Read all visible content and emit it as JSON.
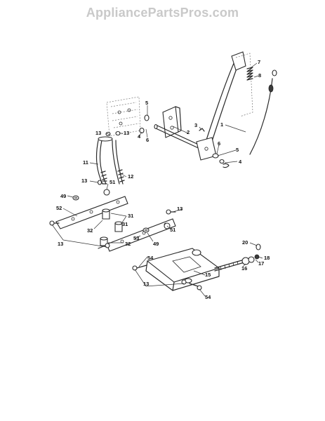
{
  "header": {
    "watermark": "AppliancePartsPros.com"
  },
  "callouts": [
    {
      "id": "c1",
      "label": "1"
    },
    {
      "id": "c2",
      "label": "2"
    },
    {
      "id": "c3",
      "label": "3"
    },
    {
      "id": "c4a",
      "label": "4"
    },
    {
      "id": "c4b",
      "label": "4"
    },
    {
      "id": "c5a",
      "label": "5"
    },
    {
      "id": "c5b",
      "label": "5"
    },
    {
      "id": "c6a",
      "label": "6"
    },
    {
      "id": "c6b",
      "label": "6"
    },
    {
      "id": "c7",
      "label": "7"
    },
    {
      "id": "c8",
      "label": "8"
    },
    {
      "id": "c11",
      "label": "11"
    },
    {
      "id": "c12",
      "label": "12"
    },
    {
      "id": "c13a",
      "label": "13"
    },
    {
      "id": "c13b",
      "label": "13"
    },
    {
      "id": "c13c",
      "label": "13"
    },
    {
      "id": "c13d",
      "label": "13"
    },
    {
      "id": "c13e",
      "label": "13"
    },
    {
      "id": "c13f",
      "label": "13"
    },
    {
      "id": "c15",
      "label": "15"
    },
    {
      "id": "c16",
      "label": "16"
    },
    {
      "id": "c17",
      "label": "17"
    },
    {
      "id": "c18",
      "label": "18"
    },
    {
      "id": "c20",
      "label": "20"
    },
    {
      "id": "c31a",
      "label": "31"
    },
    {
      "id": "c31b",
      "label": "31"
    },
    {
      "id": "c32a",
      "label": "32"
    },
    {
      "id": "c32b",
      "label": "32"
    },
    {
      "id": "c49a",
      "label": "49"
    },
    {
      "id": "c49b",
      "label": "49"
    },
    {
      "id": "c51a",
      "label": "51"
    },
    {
      "id": "c51b",
      "label": "51"
    },
    {
      "id": "c52",
      "label": "52"
    },
    {
      "id": "c53",
      "label": "53"
    },
    {
      "id": "c54a",
      "label": "54"
    },
    {
      "id": "c54b",
      "label": "54"
    }
  ]
}
